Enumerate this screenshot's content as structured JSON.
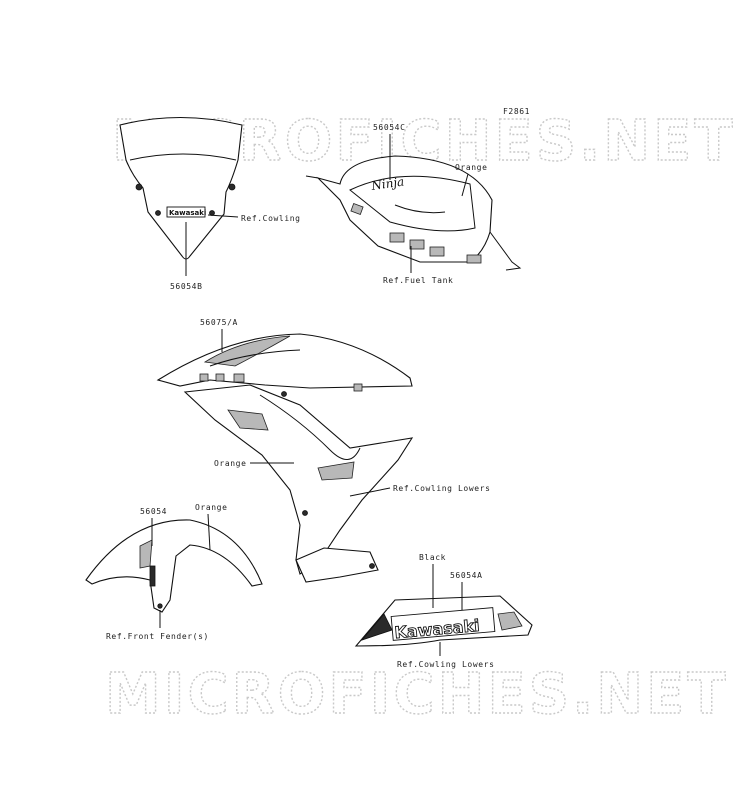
{
  "figure_code": "F2861",
  "watermark": "MICROFICHES.NET",
  "labels": {
    "p56054C": "56054C",
    "orange_tank": "Orange",
    "ref_fuel_tank": "Ref.Fuel Tank",
    "ref_cowling": "Ref.Cowling",
    "p56054B": "56054B",
    "p56075A": "56075/A",
    "orange_cowl": "Orange",
    "ref_cowling_lowers_1": "Ref.Cowling Lowers",
    "p56054": "56054",
    "orange_fender": "Orange",
    "ref_front_fender": "Ref.Front Fender(s)",
    "black": "Black",
    "p56054A": "56054A",
    "ref_cowling_lowers_2": "Ref.Cowling Lowers"
  },
  "decal_text": {
    "windscreen": "Kawasaki",
    "tank": "Ninja",
    "lower_cowl": "Kawasaki"
  }
}
